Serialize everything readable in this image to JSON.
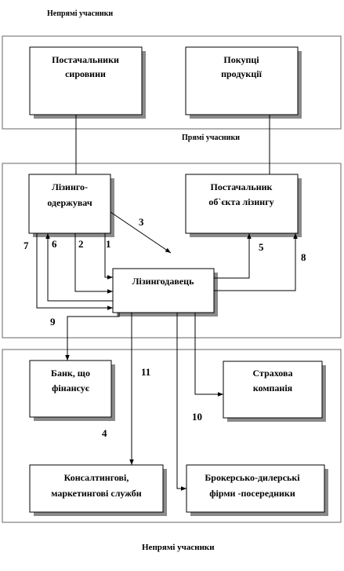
{
  "labels": {
    "top_caption": "Непрямі учасники",
    "middle_caption": "Прямі учасники",
    "bottom_caption": "Непрямі учасники"
  },
  "boxes": {
    "suppliers_raw": [
      "Постачальники",
      "сировини"
    ],
    "buyers": [
      "Покупці",
      "продукції"
    ],
    "lessee": [
      "Лізинго-",
      "одержувач"
    ],
    "supplier_object": [
      "Постачальник",
      "об`єкта лізингу"
    ],
    "lessor": [
      "Лізингодавець"
    ],
    "bank": [
      "Банк, що",
      "фінансує"
    ],
    "insurance": [
      "Страхова",
      "компанія"
    ],
    "consulting": [
      "Консалтингові,",
      "маркетингові служби"
    ],
    "brokers": [
      "Брокерсько-дилерські",
      "фірми -посередники"
    ]
  },
  "numbers": {
    "n1": "1",
    "n2": "2",
    "n3": "3",
    "n4": "4",
    "n5": "5",
    "n6": "6",
    "n7": "7",
    "n8": "8",
    "n9": "9",
    "n10": "10",
    "n11": "11"
  }
}
